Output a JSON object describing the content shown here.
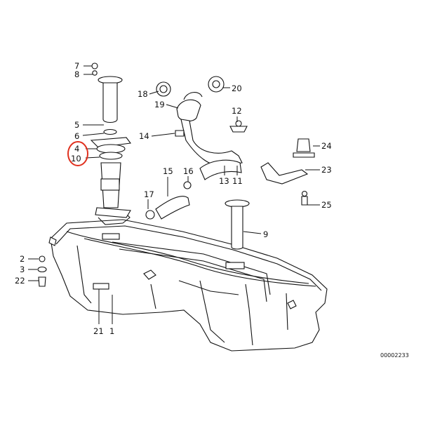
{
  "diagram": {
    "catalog_number": "00002233",
    "highlight_color": "#e0301e",
    "callouts": [
      {
        "id": "7",
        "label": "7"
      },
      {
        "id": "8",
        "label": "8"
      },
      {
        "id": "5",
        "label": "5"
      },
      {
        "id": "6",
        "label": "6"
      },
      {
        "id": "4",
        "label": "4"
      },
      {
        "id": "10",
        "label": "10"
      },
      {
        "id": "18",
        "label": "18"
      },
      {
        "id": "19",
        "label": "19"
      },
      {
        "id": "20",
        "label": "20"
      },
      {
        "id": "14",
        "label": "14"
      },
      {
        "id": "12",
        "label": "12"
      },
      {
        "id": "24",
        "label": "24"
      },
      {
        "id": "23",
        "label": "23"
      },
      {
        "id": "25",
        "label": "25"
      },
      {
        "id": "15",
        "label": "15"
      },
      {
        "id": "16",
        "label": "16"
      },
      {
        "id": "13",
        "label": "13"
      },
      {
        "id": "11",
        "label": "11"
      },
      {
        "id": "17",
        "label": "17"
      },
      {
        "id": "9",
        "label": "9"
      },
      {
        "id": "2",
        "label": "2"
      },
      {
        "id": "3",
        "label": "3"
      },
      {
        "id": "22",
        "label": "22"
      },
      {
        "id": "21",
        "label": "21"
      },
      {
        "id": "1",
        "label": "1"
      }
    ]
  }
}
